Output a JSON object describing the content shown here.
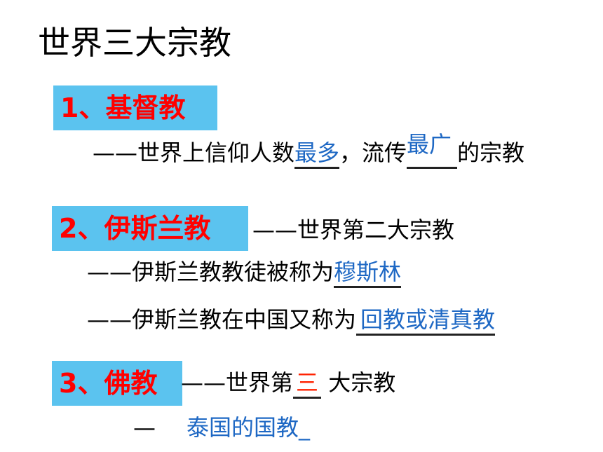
{
  "title": "世界三大宗教",
  "items": [
    {
      "heading": "1、基督教",
      "lines": [
        {
          "dash": "——",
          "text1": "世界上信仰人数",
          "blank1": "最多",
          "text2": "，流传",
          "blank2": "最广",
          "text3": "的宗教"
        }
      ]
    },
    {
      "heading": "2、伊斯兰教",
      "rank_line": {
        "dash": "——",
        "text": "世界第二大宗教"
      },
      "lines": [
        {
          "dash": "——",
          "text": "伊斯兰教教徒被称为",
          "blank": "穆斯林"
        },
        {
          "dash": "——",
          "text": "伊斯兰教在中国又称为",
          "blank": "回教或清真教"
        }
      ]
    },
    {
      "heading": "3、佛教",
      "rank_line": {
        "dash": "——",
        "text1": "世界第",
        "blank": "三",
        "text2": " 大宗教"
      },
      "lines": [
        {
          "dash": "—",
          "blank": "泰国的国教",
          "trail": "_"
        }
      ]
    }
  ],
  "colors": {
    "heading_bg": "#5bc3ef",
    "heading_text": "#ff0000",
    "answer_blue": "#1e68c4",
    "answer_red": "#ff2200"
  }
}
